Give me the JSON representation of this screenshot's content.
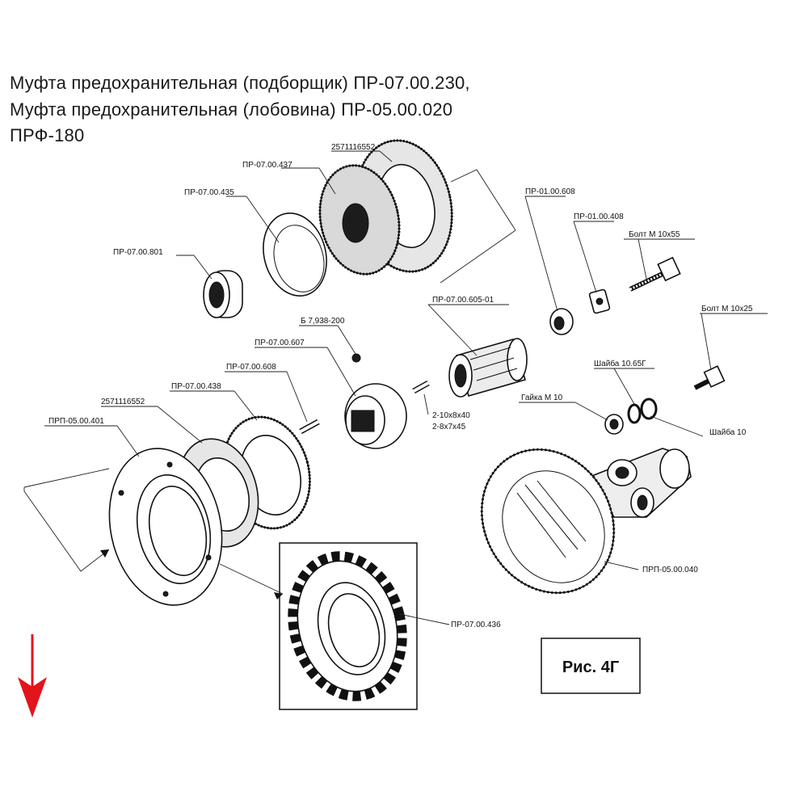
{
  "header": {
    "line1": "Муфта предохранительная (подборщик) ПР-07.00.230,",
    "line2": "Муфта предохранительная (лобовина) ПР-05.00.020",
    "line3": "ПРФ-180"
  },
  "labels": {
    "friction_disc_upper": "2571116552",
    "disc_437": "ПР-07.00.437",
    "plate_435": "ПР-07.00.435",
    "nut_801": "ПР-07.00.801",
    "part_608_right": "ПР-01.00.608",
    "part_408": "ПР-01.00.408",
    "bolt_55": "Болт М 10х55",
    "bolt_25": "Болт М 10х25",
    "shaft_605": "ПР-07.00.605-01",
    "ball": "Б 7,938-200",
    "hub_607": "ПР-07.00.607",
    "pin_608": "ПР-07.00.608",
    "disc_438": "ПР-07.00.438",
    "friction_disc_lower": "2571116552",
    "flange_401": "ПРП-05.00.401",
    "spline_1": "2-10х8х40",
    "spline_2": "2-8х7х45",
    "washer_65": "Шайба 10.65Г",
    "nut_m10": "Гайка М 10",
    "washer_10": "Шайба 10",
    "housing_040": "ПРП-05.00.040",
    "sprocket_436": "ПР-07.00.436",
    "figure": "Рис. 4Г"
  },
  "colors": {
    "arrow": "#e3141b",
    "ink": "#111111"
  },
  "icons": {
    "direction": "red-down-arrow-icon"
  }
}
